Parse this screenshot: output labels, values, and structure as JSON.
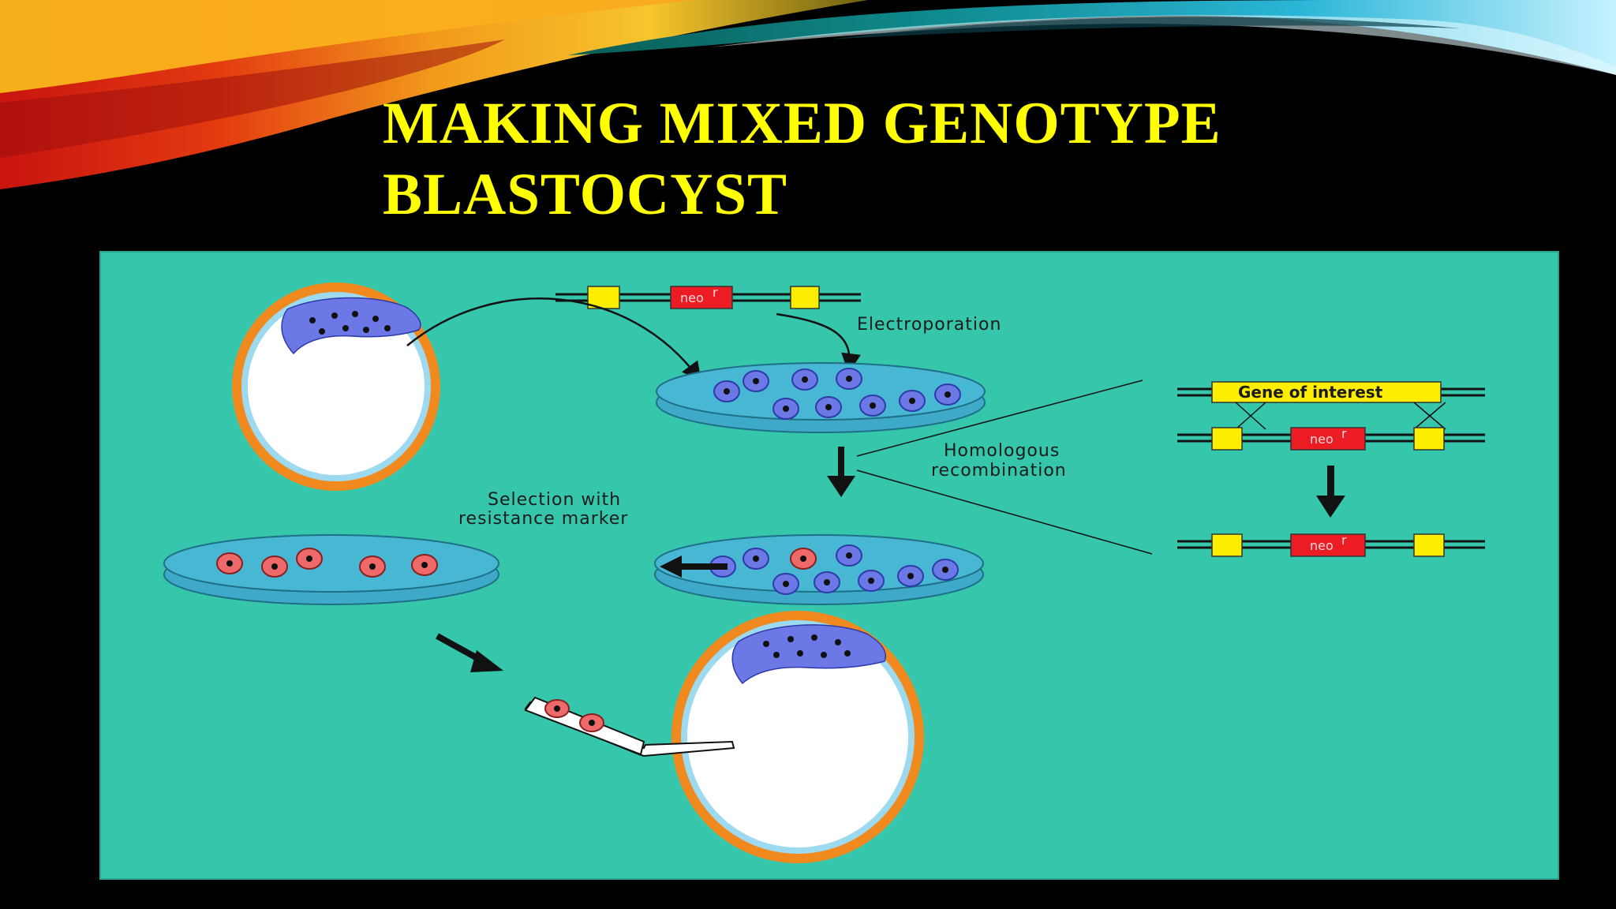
{
  "slide": {
    "title_line1": "MAKING MIXED GENOTYPE",
    "title_line2": "BLASTOCYST"
  },
  "diagram": {
    "electroporation": "Electroporation",
    "homologous_line1": "Homologous",
    "homologous_line2": "recombination",
    "selection_line1": "Selection with",
    "selection_line2": "resistance marker",
    "gene_of_interest": "Gene of interest",
    "neo_label": "neo",
    "neo_superscript": "r"
  },
  "colors": {
    "title": "#ffff00",
    "panel": "#35c6ab",
    "dish": "#3fa9c9",
    "es_cell": "#6b78e6",
    "selected_cell": "#ee6a6a",
    "neo_box": "#ec1c24",
    "flank_box": "#ffee00",
    "zona": "#f08a1f"
  }
}
